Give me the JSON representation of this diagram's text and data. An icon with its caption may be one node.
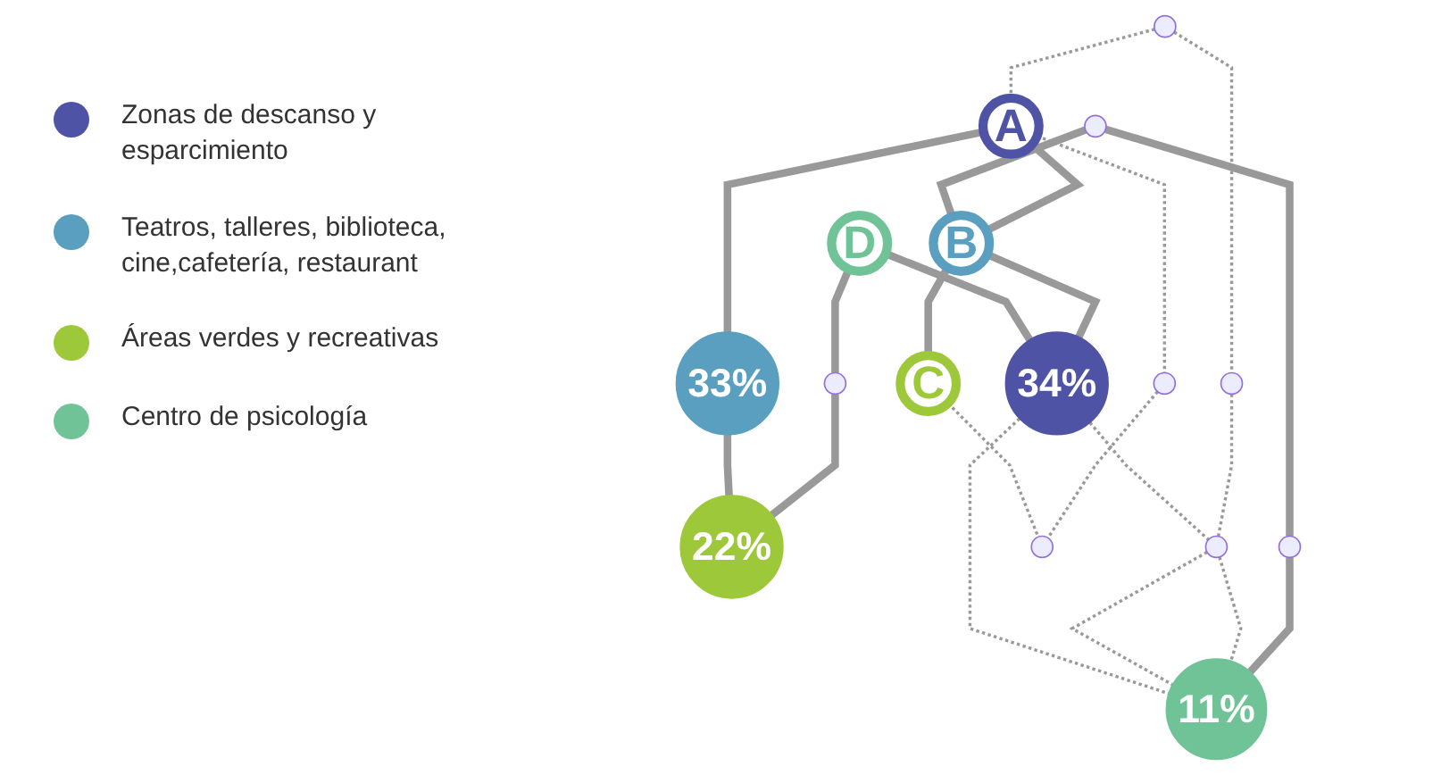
{
  "diagram": {
    "nodes": [
      {
        "text": [
          "B"
        ]
      },
      {
        "text": [
          "C"
        ]
      },
      {
        "text": [
          "A"
        ]
      },
      {
        "text": [
          "D"
        ]
      },
      {
        "text": [
          "34%"
        ]
      },
      {
        "text": [
          "11%"
        ]
      },
      {
        "text": [
          "33%"
        ]
      },
      {
        "text": [
          "22%"
        ]
      },
      {
        "text": [],
        "shape": "circle"
      },
      {
        "text": [],
        "shape": "circle"
      },
      {
        "text": [],
        "shape": "circle"
      },
      {
        "text": [],
        "shape": "circle"
      },
      {
        "text": [],
        "shape": "circle"
      },
      {
        "text": [],
        "shape": "circle"
      },
      {
        "text": [],
        "shape": "circle"
      },
      {
        "text": [],
        "shape": "circle"
      }
    ],
    "edges": [
      {
        "from": 2,
        "to": 0,
        "arrow": "none"
      },
      {
        "from": 8,
        "to": 0,
        "arrow": "none"
      },
      {
        "from": 0,
        "to": 1,
        "arrow": "none"
      },
      {
        "from": 8,
        "to": 9,
        "arrow": "none"
      },
      {
        "from": 0,
        "to": 4,
        "arrow": "none"
      },
      {
        "from": 9,
        "to": 5,
        "arrow": "none"
      },
      {
        "from": 2,
        "to": 6,
        "arrow": "none"
      },
      {
        "from": 3,
        "to": 4,
        "arrow": "none"
      },
      {
        "from": 3,
        "to": 13,
        "arrow": "none"
      },
      {
        "from": 13,
        "to": 7,
        "arrow": "none"
      },
      {
        "from": 6,
        "to": 7,
        "arrow": "none"
      },
      {
        "from": 10,
        "to": 2,
        "arrow": "none",
        "style": "dashed"
      },
      {
        "from": 2,
        "to": 11,
        "arrow": "none",
        "style": "dashed"
      },
      {
        "from": 11,
        "to": 12,
        "arrow": "none",
        "style": "dashed"
      },
      {
        "from": 1,
        "to": 12,
        "arrow": "none",
        "style": "dashed"
      },
      {
        "from": 10,
        "to": 14,
        "arrow": "none",
        "style": "dashed"
      },
      {
        "from": 14,
        "to": 15,
        "arrow": "none",
        "style": "dashed"
      },
      {
        "from": 4,
        "to": 15,
        "arrow": "none",
        "style": "dashed"
      },
      {
        "from": 15,
        "to": 5,
        "arrow": "none",
        "style": "dashed"
      },
      {
        "from": 15,
        "to": 5,
        "arrow": "none",
        "style": "dashed"
      },
      {
        "from": 4,
        "to": 5,
        "arrow": "none",
        "style": "dashed"
      }
    ],
    "legend": [
      {
        "text": "Zonas de descanso y esparcimiento",
        "color": "#4f53a5"
      },
      {
        "text": "Teatros, talleres, biblioteca, cine,cafetería, restaurant",
        "color": "#5a9fbf"
      },
      {
        "text": "Áreas verdes y recreativas",
        "color": "#9dc83a"
      },
      {
        "text": "Centro de psicología",
        "color": "#6fc396"
      }
    ]
  }
}
